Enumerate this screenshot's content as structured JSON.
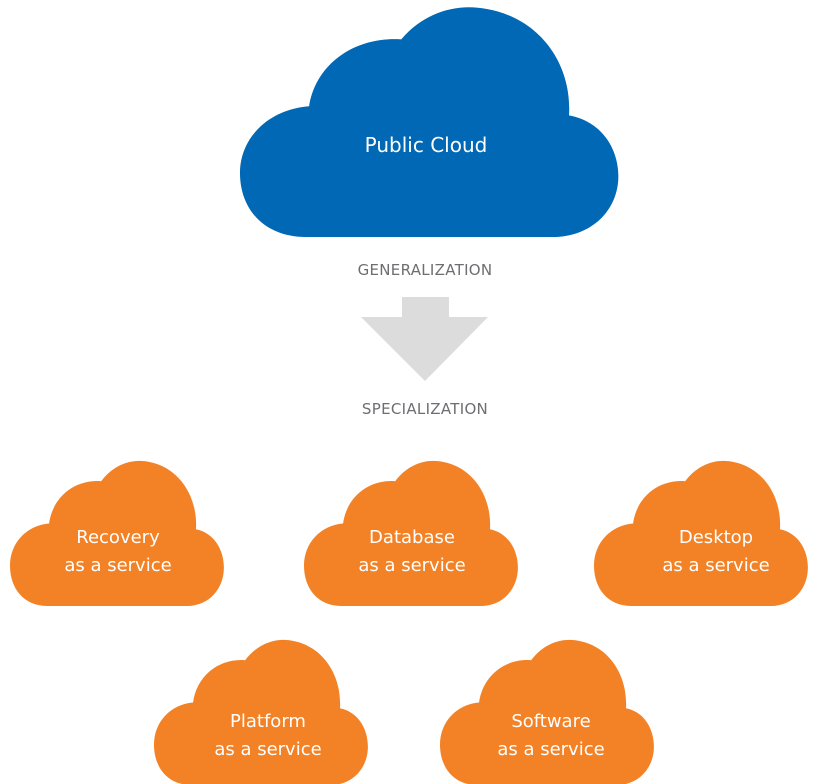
{
  "colors": {
    "public_cloud": "#0068b5",
    "service_cloud": "#f38226",
    "arrow": "#dcdcdd",
    "caption_text": "#6d6e71",
    "cloud_text": "#ffffff"
  },
  "public_cloud": {
    "label": "Public Cloud",
    "icon": "cloud-icon"
  },
  "captions": {
    "top": "GENERALIZATION",
    "bottom": "SPECIALIZATION"
  },
  "arrow": {
    "icon": "arrow-down-icon"
  },
  "services": [
    {
      "line1": "Recovery",
      "line2": "as a service",
      "icon": "cloud-icon"
    },
    {
      "line1": "Database",
      "line2": "as a service",
      "icon": "cloud-icon"
    },
    {
      "line1": "Desktop",
      "line2": "as a service",
      "icon": "cloud-icon"
    },
    {
      "line1": "Platform",
      "line2": "as a service",
      "icon": "cloud-icon"
    },
    {
      "line1": "Software",
      "line2": "as a service",
      "icon": "cloud-icon"
    }
  ]
}
